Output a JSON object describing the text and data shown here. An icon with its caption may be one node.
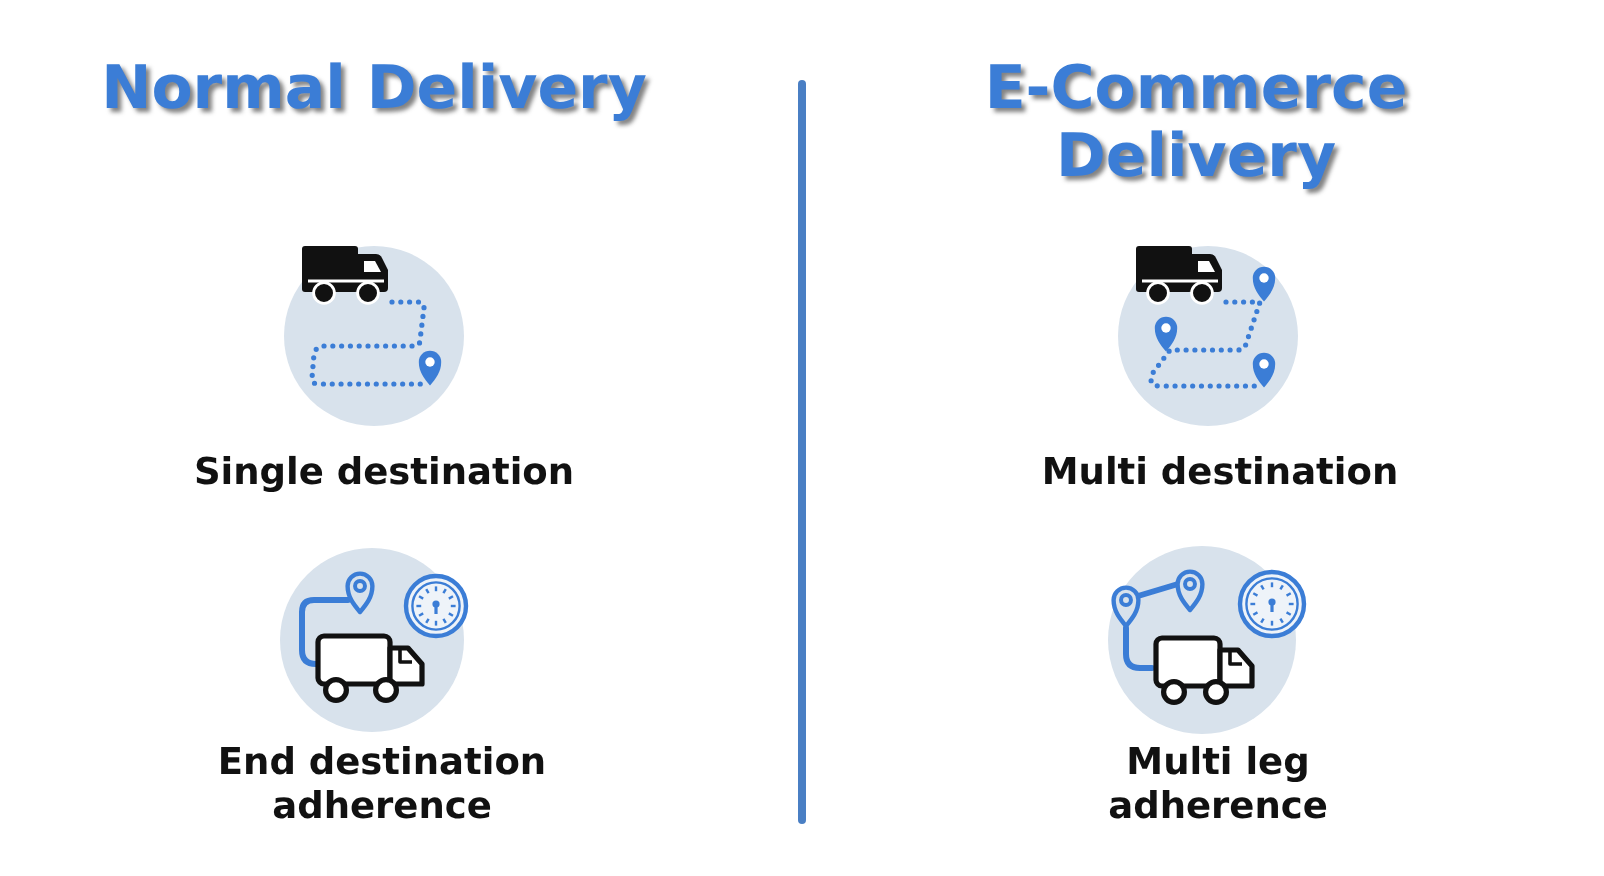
{
  "diagram": {
    "nodes": [
      {
        "text": [
          "Single destination"
        ]
      },
      {
        "text": [
          "Multi destination"
        ]
      },
      {
        "text": [
          "End destination adherence"
        ]
      },
      {
        "text": [
          "Multi leg adherence"
        ]
      }
    ],
    "labels": [
      "Normal Delivery",
      "E-Commerce Delivery"
    ]
  }
}
